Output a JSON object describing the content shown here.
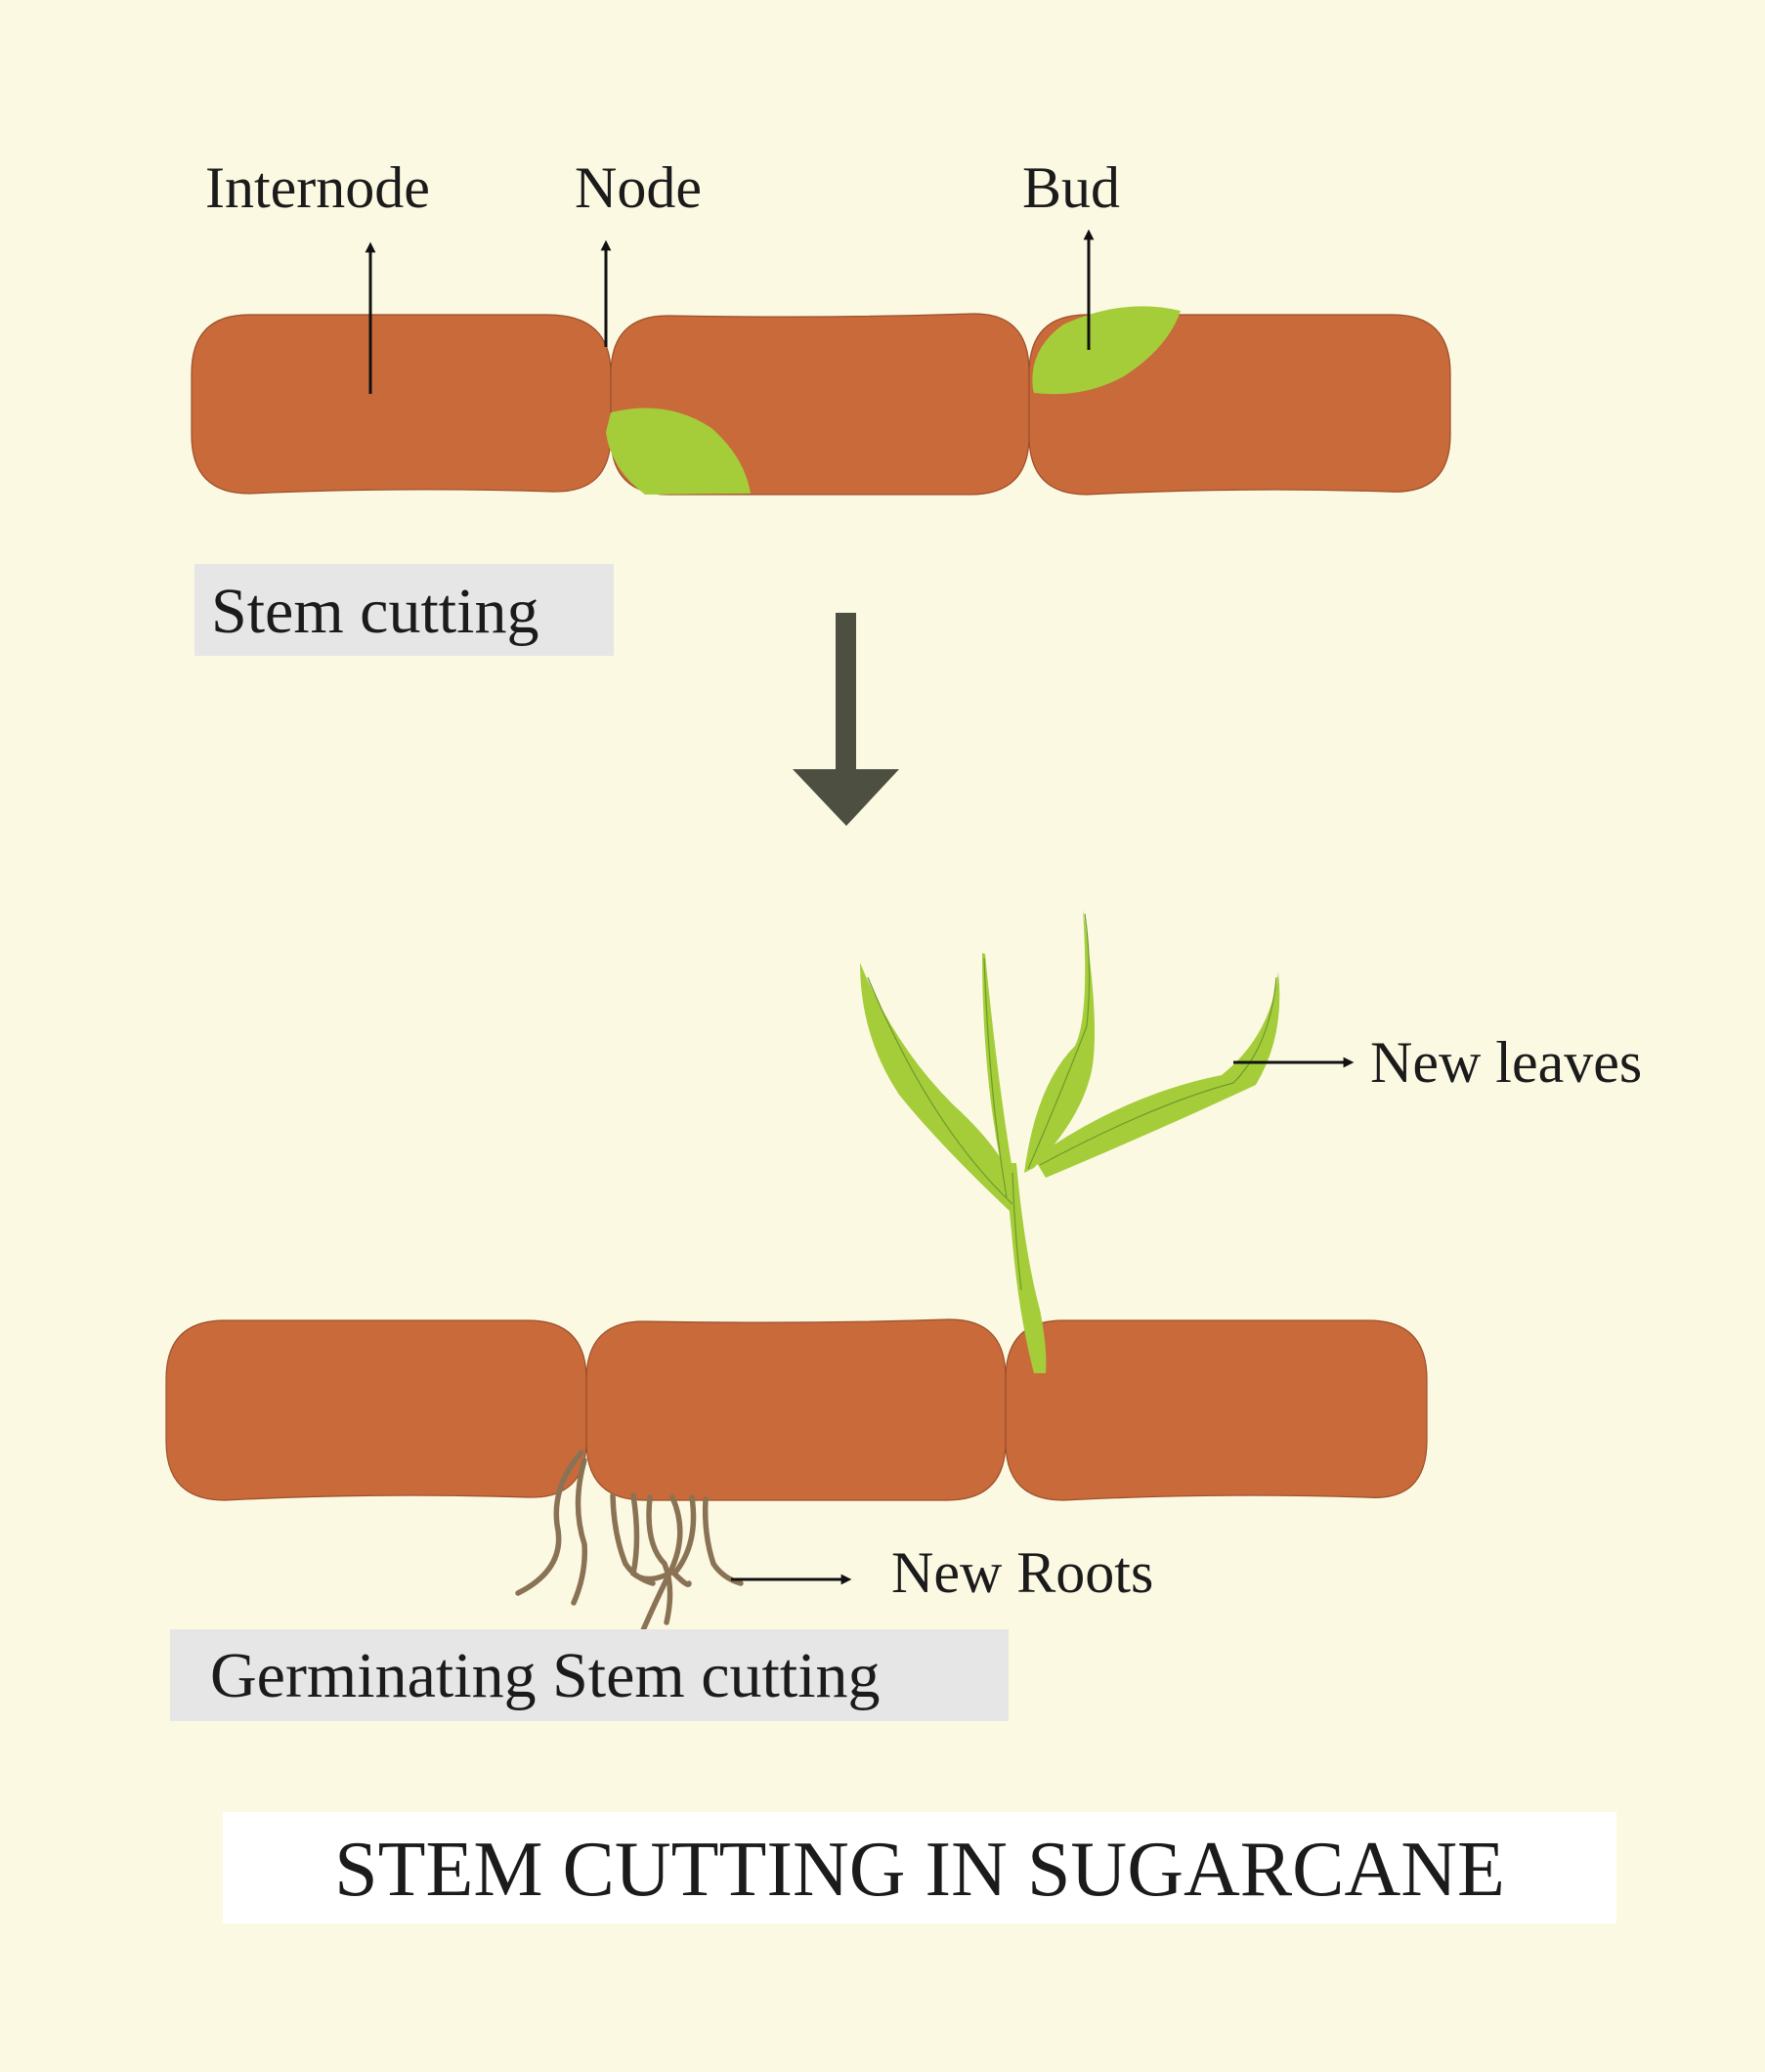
{
  "labels": {
    "internode": "Internode",
    "node": "Node",
    "bud": "Bud",
    "new_leaves": "New leaves",
    "new_roots": "New Roots"
  },
  "captions": {
    "stem_cutting": "Stem cutting",
    "germinating": "Germinating Stem cutting"
  },
  "title": "STEM CUTTING IN SUGARCANE",
  "colors": {
    "background": "#FCF9E3",
    "stem": "#C96A3B",
    "bud": "#A5CD3A",
    "leaf": "#A5CD3A",
    "leaf_vein": "#6E9A2A",
    "root": "#8A7255",
    "flow_arrow": "#4D4F40",
    "caption_box": "#E6E6E6",
    "title_box": "#FFFFFF"
  }
}
